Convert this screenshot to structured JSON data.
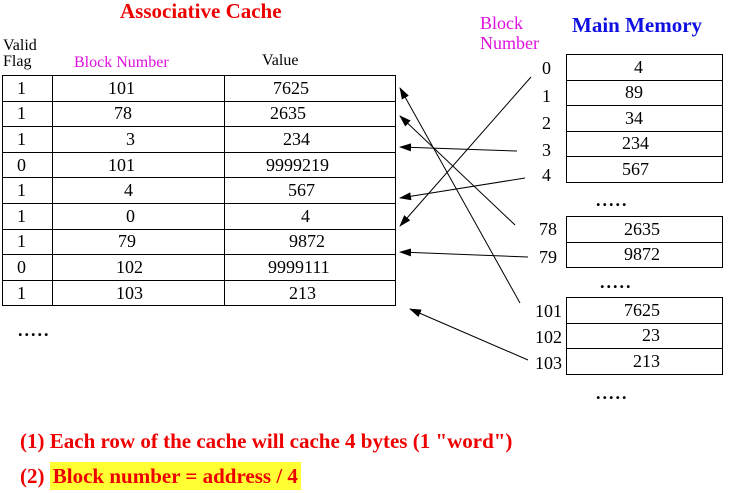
{
  "cache_title": "Associative Cache",
  "memory_title": "Main Memory",
  "headers": {
    "valid_line1": "Valid",
    "valid_line2": "Flag",
    "block_number": "Block Number",
    "value": "Value",
    "mem_block_line1": "Block",
    "mem_block_line2": "Number"
  },
  "cache_rows": [
    {
      "valid": "1",
      "block": "101",
      "value": "7625"
    },
    {
      "valid": "1",
      "block": "78",
      "value": "2635"
    },
    {
      "valid": "1",
      "block": "3",
      "value": "234"
    },
    {
      "valid": "0",
      "block": "101",
      "value": "9999219"
    },
    {
      "valid": "1",
      "block": "4",
      "value": "567"
    },
    {
      "valid": "1",
      "block": "0",
      "value": "4"
    },
    {
      "valid": "1",
      "block": "79",
      "value": "9872"
    },
    {
      "valid": "0",
      "block": "102",
      "value": "9999111"
    },
    {
      "valid": "1",
      "block": "103",
      "value": "213"
    }
  ],
  "ellipsis": ".....",
  "memory_groups": [
    [
      {
        "block": "0",
        "value": "4"
      },
      {
        "block": "1",
        "value": "89"
      },
      {
        "block": "2",
        "value": "34"
      },
      {
        "block": "3",
        "value": "234"
      },
      {
        "block": "4",
        "value": "567"
      }
    ],
    [
      {
        "block": "78",
        "value": "2635"
      },
      {
        "block": "79",
        "value": "9872"
      }
    ],
    [
      {
        "block": "101",
        "value": "7625"
      },
      {
        "block": "102",
        "value": "23"
      },
      {
        "block": "103",
        "value": "213"
      }
    ]
  ],
  "notes": {
    "note1": "(1) Each row of the cache will cache 4 bytes (1 \"word\")",
    "note2_prefix": "(2) ",
    "note2_highlight": "Block number = address / 4"
  },
  "colors": {
    "red": "#ee0000",
    "blue": "#1010e0",
    "magenta": "#e010e0",
    "highlight": "#ffff33"
  }
}
